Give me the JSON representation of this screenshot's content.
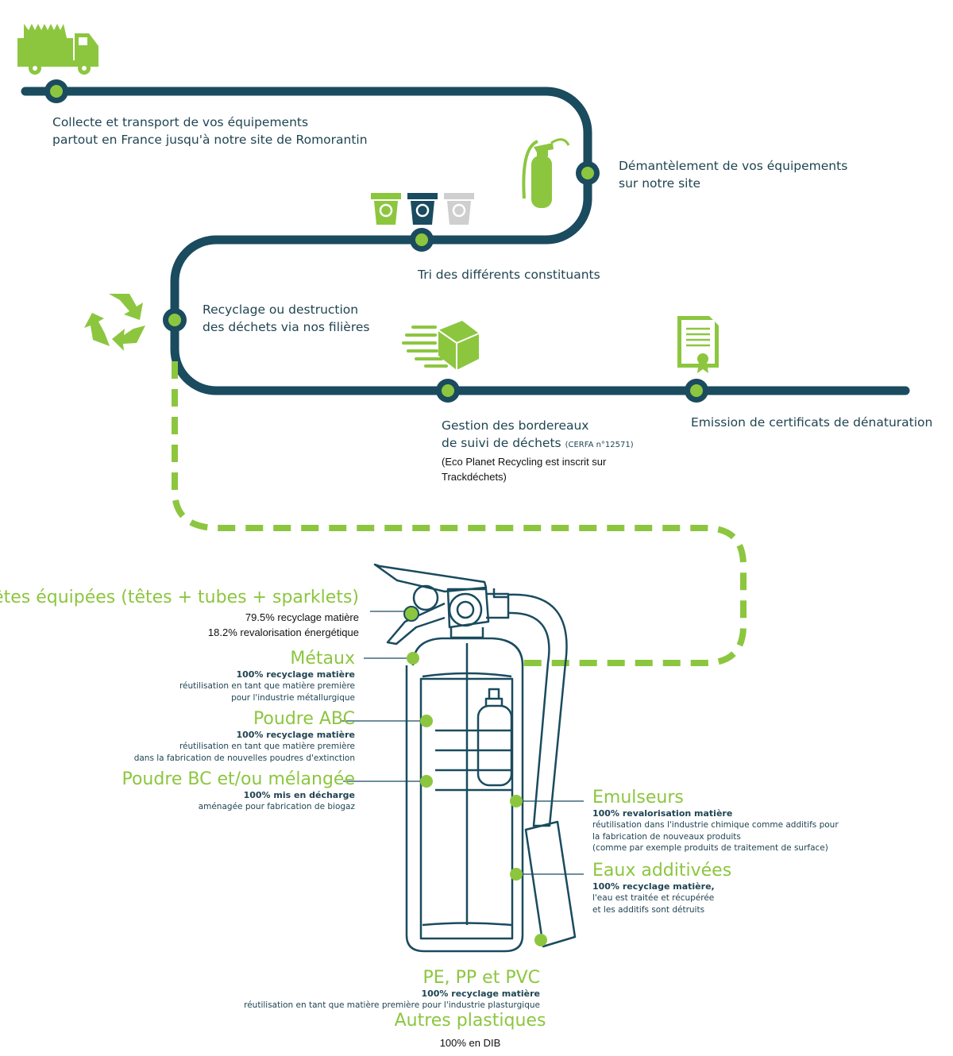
{
  "colors": {
    "track": "#1a4b5f",
    "accent": "#8cc63f",
    "text_dark": "#1f4452",
    "grey_bin": "#cfcfcf"
  },
  "icons": [
    "truck-icon",
    "fire-extinguisher-icon",
    "recycling-bins-icon",
    "recycle-icon",
    "fast-delivery-box-icon",
    "certificate-icon"
  ],
  "steps": {
    "collecte": {
      "line1": "Collecte et transport de vos équipements",
      "line2": "partout en France jusqu'à notre site de Romorantin"
    },
    "demantelement": {
      "line1": "Démantèlement de vos équipements",
      "line2": "sur notre site"
    },
    "tri": {
      "line1": "Tri des différents constituants"
    },
    "recyclage": {
      "line1": "Recyclage ou destruction",
      "line2": "des déchets via nos filières"
    },
    "bordereaux": {
      "line1": "Gestion des bordereaux",
      "line2": "de suivi de déchets",
      "cerfa": "(CERFA n°12571)",
      "note1": "(Eco Planet Recycling est inscrit sur",
      "note2": "Trackdéchets)"
    },
    "certificats": {
      "line1": "Emission de certificats de dénaturation"
    }
  },
  "components": {
    "tetes": {
      "title": "Têtes équipées (têtes + tubes + sparklets)",
      "l1": "79.5% recyclage matière",
      "l2": "18.2% revalorisation énergétique"
    },
    "metaux": {
      "title": "Métaux",
      "b": "100% recyclage matière",
      "d1": "réutilisation en tant que matière première",
      "d2": "pour l'industrie métallurgique"
    },
    "poudre_abc": {
      "title": "Poudre ABC",
      "b": "100% recyclage matière",
      "d1": "réutilisation en tant que matière première",
      "d2": "dans la fabrication de nouvelles poudres d'extinction"
    },
    "poudre_bc": {
      "title": "Poudre BC et/ou mélangée",
      "b": "100% mis en décharge",
      "d1": "aménagée pour fabrication de biogaz"
    },
    "emulseurs": {
      "title": "Emulseurs",
      "b": "100% revalorisation matière",
      "d1": "réutilisation dans l'industrie chimique comme additifs pour",
      "d2": "la fabrication de nouveaux produits",
      "d3": "(comme par exemple produits de traitement de surface)"
    },
    "eaux": {
      "title": "Eaux additivées",
      "b": "100% recyclage matière,",
      "d1": "l'eau est traitée et récupérée",
      "d2": "et les additifs sont détruits"
    },
    "pe_pp_pvc": {
      "title": "PE, PP et PVC",
      "b": "100% recyclage matière",
      "d1": "réutilisation en tant que matière première pour l'industrie plasturgique"
    },
    "autres": {
      "title": "Autres plastiques",
      "l1": "100%  en DIB"
    }
  }
}
